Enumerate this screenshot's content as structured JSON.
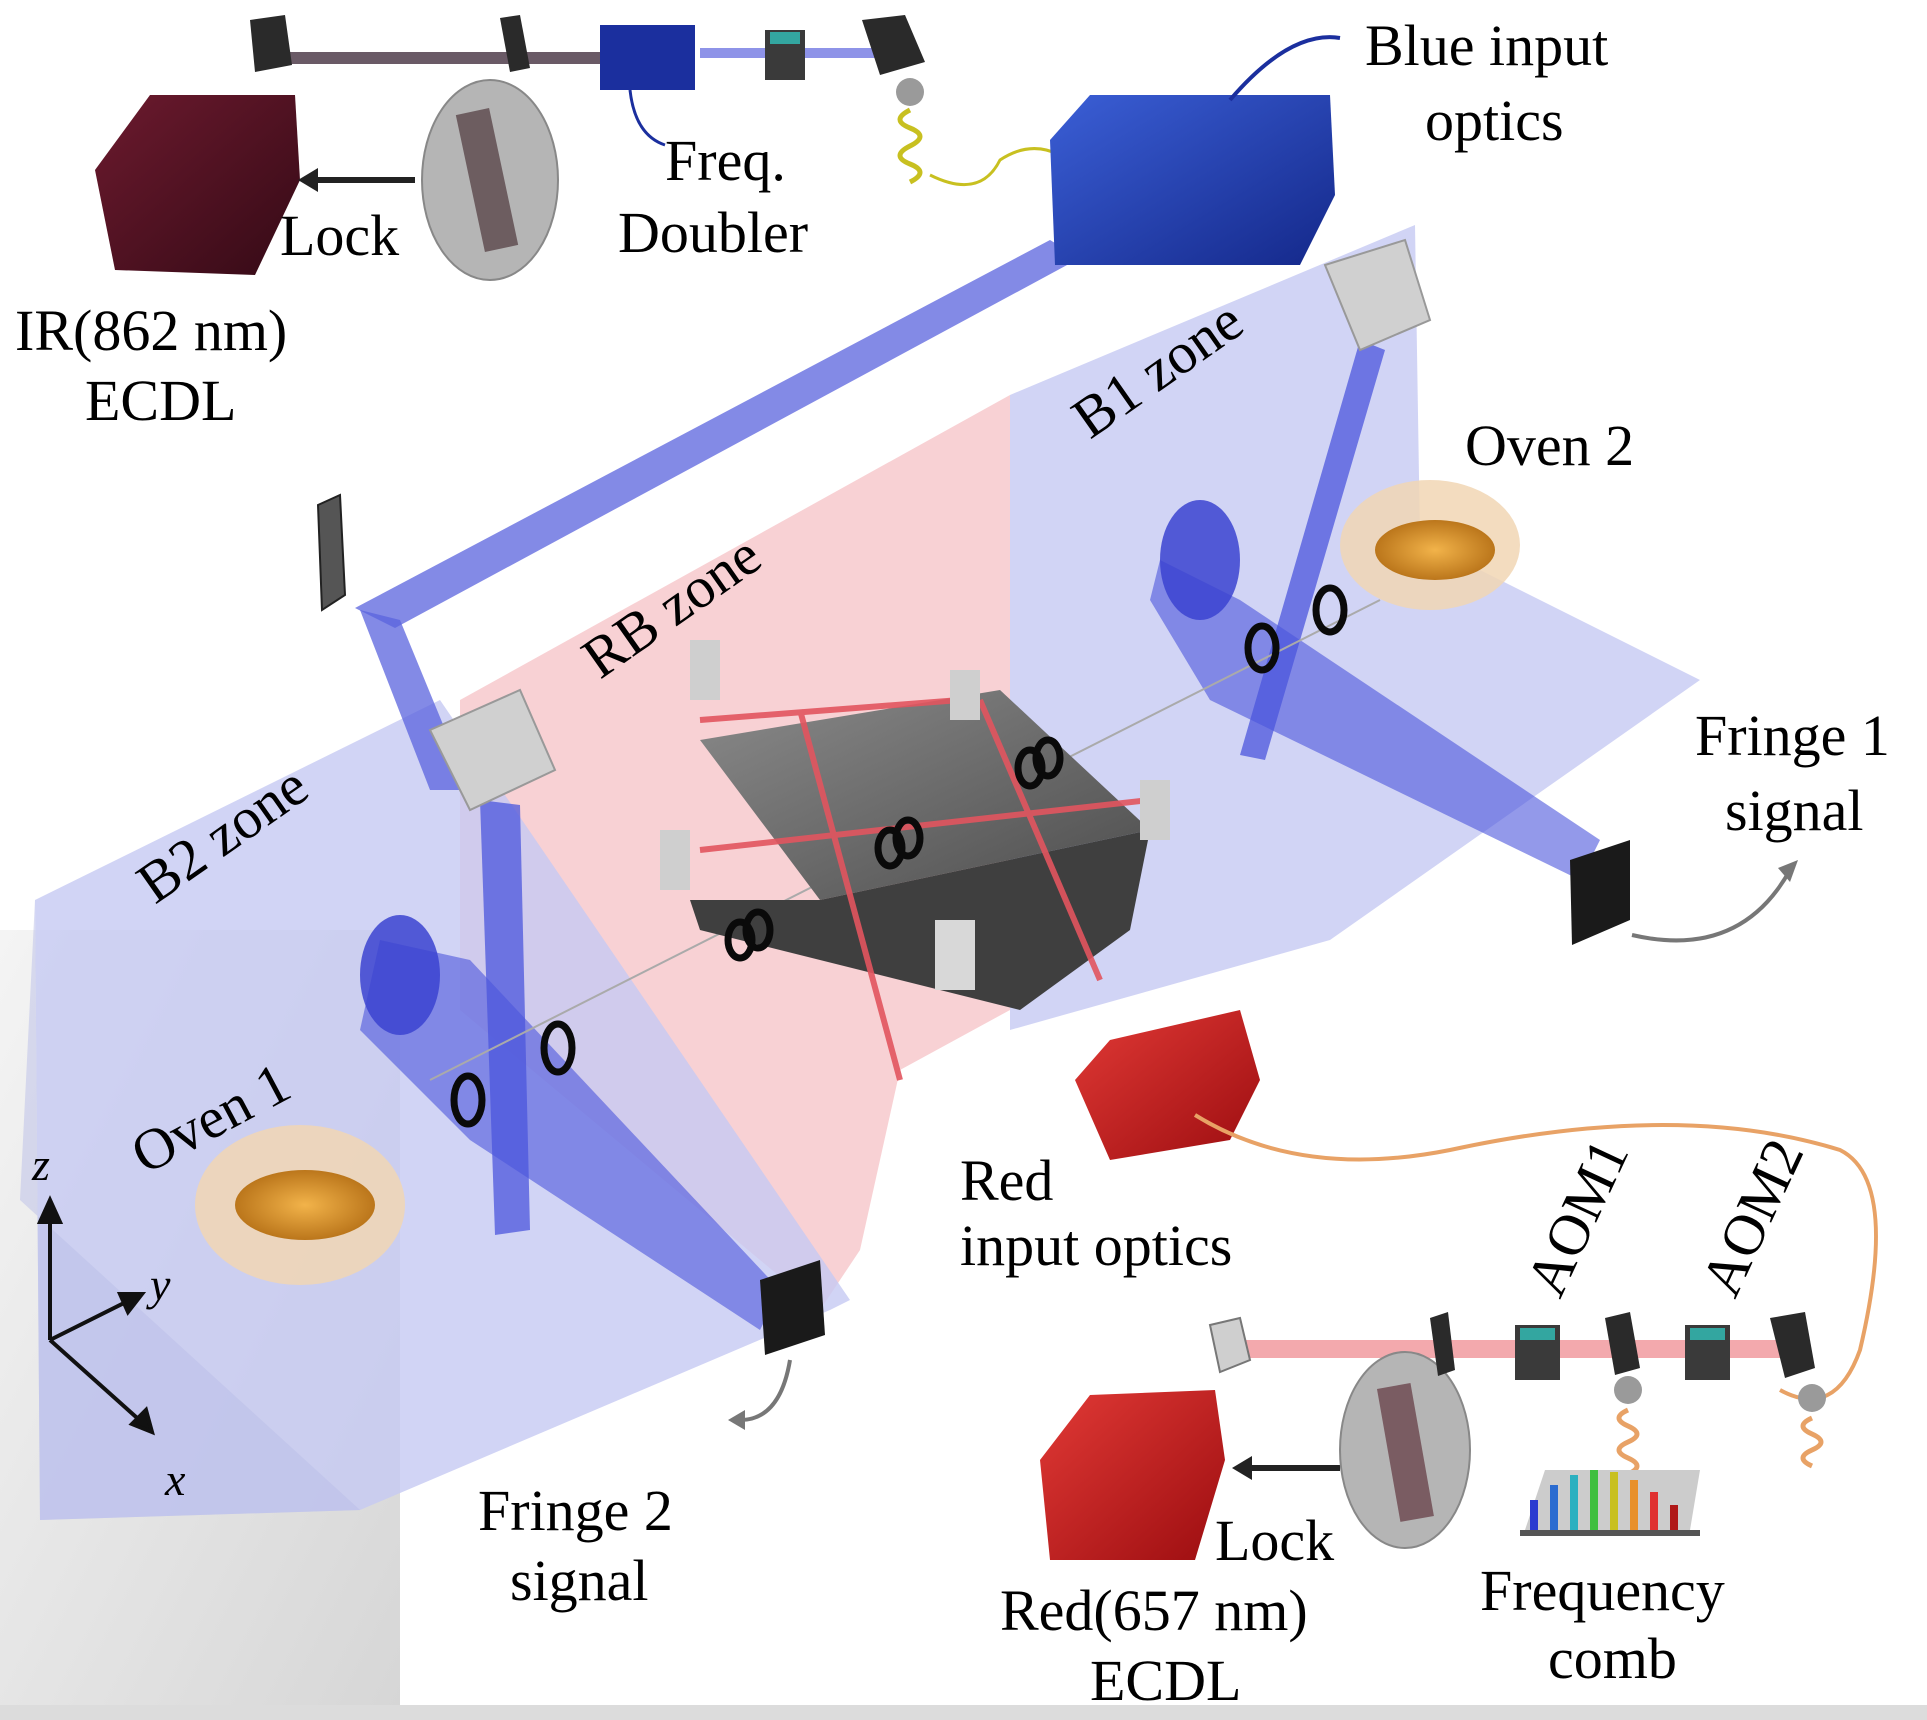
{
  "labels": {
    "blue_input_optics_1": "Blue input",
    "blue_input_optics_2": "optics",
    "freq_doubler_1": "Freq.",
    "freq_doubler_2": "Doubler",
    "lock_top": "Lock",
    "ir_ecdl_1": "IR(862 nm)",
    "ir_ecdl_2": "ECDL",
    "b1_zone": "B1 zone",
    "oven2": "Oven 2",
    "rb_zone": "RB zone",
    "fringe1_1": "Fringe 1",
    "fringe1_2": "signal",
    "b2_zone": "B2 zone",
    "oven1": "Oven 1",
    "red_input_optics_1": "Red",
    "red_input_optics_2": "input optics",
    "aom1": "AOM1",
    "aom2": "AOM2",
    "fringe2_1": "Fringe 2",
    "fringe2_2": "signal",
    "lock_bottom": "Lock",
    "red_ecdl_1": "Red(657 nm)",
    "red_ecdl_2": "ECDL",
    "freq_comb_1": "Frequency",
    "freq_comb_2": "comb"
  },
  "axes": {
    "z": "z",
    "y": "y",
    "x": "x"
  },
  "colors": {
    "blue_zone": "#c6c9f2",
    "rb_zone": "#f7c9cc",
    "blue_beam": "#3f45d8",
    "red_beam": "#e2555f",
    "ir_laser": "#4b0f1f",
    "red_laser": "#c8171c",
    "blue_box": "#1f3fae"
  }
}
